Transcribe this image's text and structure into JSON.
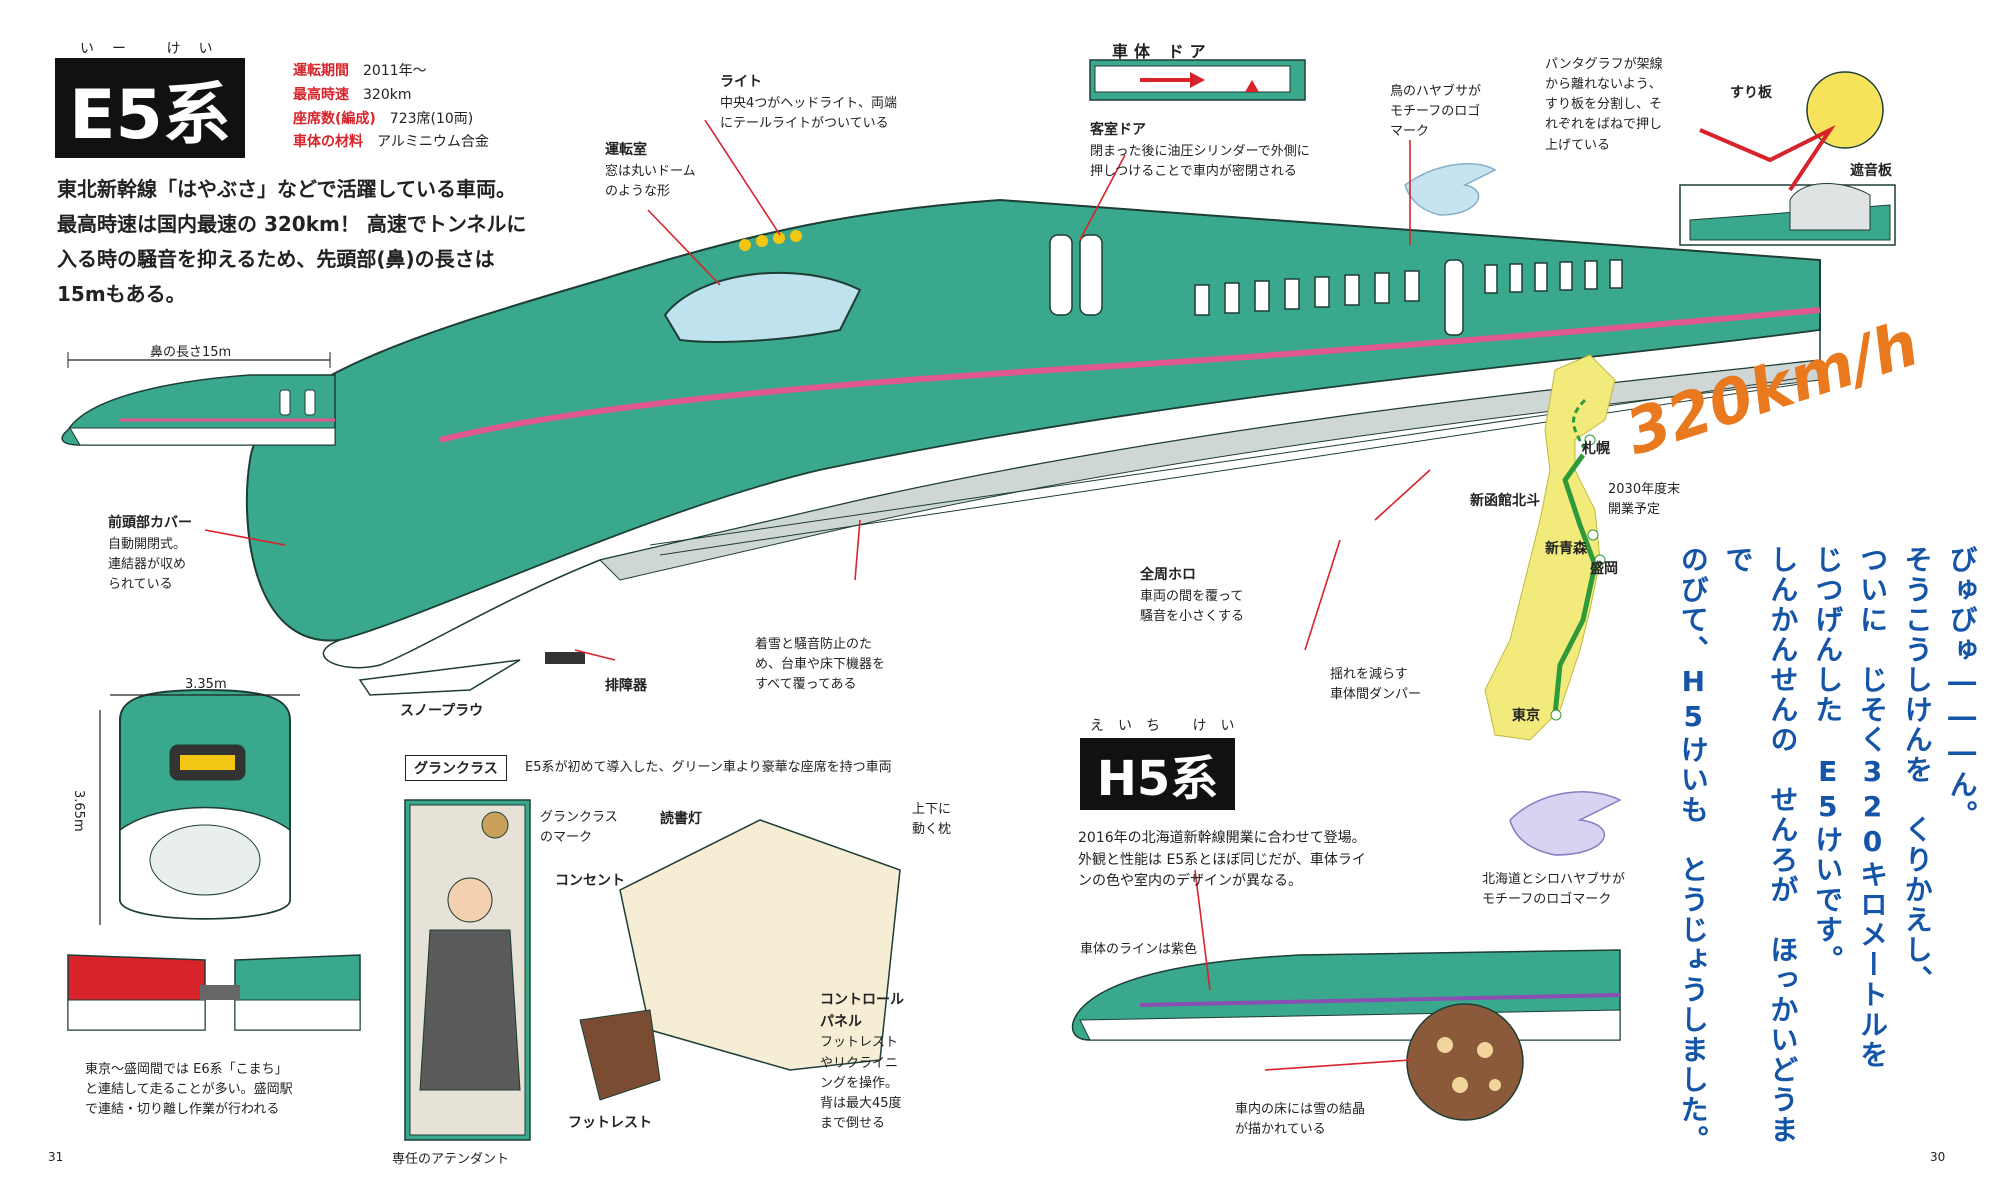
{
  "title": {
    "ruby": "いー けい",
    "main": "E5系"
  },
  "specs": [
    {
      "key": "運転期間",
      "value": "2011年～"
    },
    {
      "key": "最高時速",
      "value": "320km"
    },
    {
      "key": "座席数(編成)",
      "value": "723席(10両)"
    },
    {
      "key": "車体の材料",
      "value": "アルミニウム合金"
    }
  ],
  "intro": [
    "東北新幹線「はやぶさ」などで活躍している車両。",
    "最高時速は国内最速の 320km！ 高速でトンネルに",
    "入る時の騒音を抑えるため、先頭部(鼻)の長さは",
    "15mもある。"
  ],
  "nose_length": "鼻の長さ15m",
  "width_dim": "3.35m",
  "height_dim": "3.65m",
  "labels": {
    "light_title": "ライト",
    "light_text": [
      "中央4つがヘッドライト、両端",
      "にテールライトがついている"
    ],
    "cab_title": "運転室",
    "cab_text": [
      "窓は丸いドーム",
      "のような形"
    ],
    "cover_title": "前頭部カバー",
    "cover_text": [
      "自動開閉式。",
      "連結器が収め",
      "られている"
    ],
    "door_title": "客室ドア",
    "door_text": [
      "閉まった後に油圧シリンダーで外側に",
      "押しつけることで車内が密閉される"
    ],
    "door_diagram": "車体 ドア",
    "bird_text": [
      "鳥のハヤブサが",
      "モチーフのロゴ",
      "マーク"
    ],
    "pantograph_text": [
      "パンタグラフが架線",
      "から離れないよう、",
      "すり板を分割し、そ",
      "れぞれをばねで押し",
      "上げている"
    ],
    "suriita": "すり板",
    "shaon": "遮音板",
    "horo_title": "全周ホロ",
    "horo_text": [
      "車両の間を覆って",
      "騒音を小さくする"
    ],
    "damper_text": [
      "揺れを減らす",
      "車体間ダンパー"
    ],
    "cover_under": [
      "着雪と騒音防止のた",
      "め、台車や床下機器を",
      "すべて覆ってある"
    ],
    "snowplow": "スノープラウ",
    "haishouki": "排障器",
    "speed": "320km/h",
    "coupling": [
      "東京～盛岡間では E6系「こまち」",
      "と連結して走ることが多い。盛岡駅",
      "で連結・切り離し作業が行われる"
    ]
  },
  "gran": {
    "tag": "グランクラス",
    "desc": "E5系が初めて導入した、グリーン車より豪華な座席を持つ車両",
    "mark": [
      "グランクラス",
      "のマーク"
    ],
    "lamp": "読書灯",
    "outlet": "コンセント",
    "pillow": [
      "上下に",
      "動く枕"
    ],
    "control_title": [
      "コントロール",
      "パネル"
    ],
    "control_text": [
      "フットレスト",
      "やリクライニ",
      "ングを操作。",
      "背は最大45度",
      "まで倒せる"
    ],
    "footrest": "フットレスト",
    "attendant": "専任のアテンダント"
  },
  "map": {
    "sapporo": "札幌",
    "shin_hakodate": "新函館北斗",
    "note": [
      "2030年度末",
      "開業予定"
    ],
    "shin_aomori": "新青森",
    "morioka": "盛岡",
    "tokyo": "東京"
  },
  "h5": {
    "ruby": "えいち けい",
    "title": "H5系",
    "desc": [
      "2016年の北海道新幹線開業に合わせて登場。",
      "外観と性能は E5系とほぼ同じだが、車体ライ",
      "ンの色や室内のデザインが異なる。"
    ],
    "logo_text": [
      "北海道とシロハヤブサが",
      "モチーフのロゴマーク"
    ],
    "line_label": "車体のラインは紫色",
    "floor_label": [
      "車内の床には雪の結晶",
      "が描かれている"
    ]
  },
  "vertical_text": [
    "びゅびゅ―――ん。",
    "そうこうしけんを　くりかえし、",
    "ついに　じそく320キロメートルを",
    "じつげんした　E5けいです。",
    "しんかんせんの　せんろが　ほっかいどうまで",
    "のびて、H5けいも　とうじょうしました。"
  ],
  "page_left": "31",
  "page_right": "30",
  "colors": {
    "teal": "#3aa88c",
    "pink": "#e0588f",
    "red": "#d8232a",
    "blue": "#1555a8",
    "orange": "#e8791e",
    "yellow": "#f2ea7a",
    "green": "#2e9a3a"
  }
}
